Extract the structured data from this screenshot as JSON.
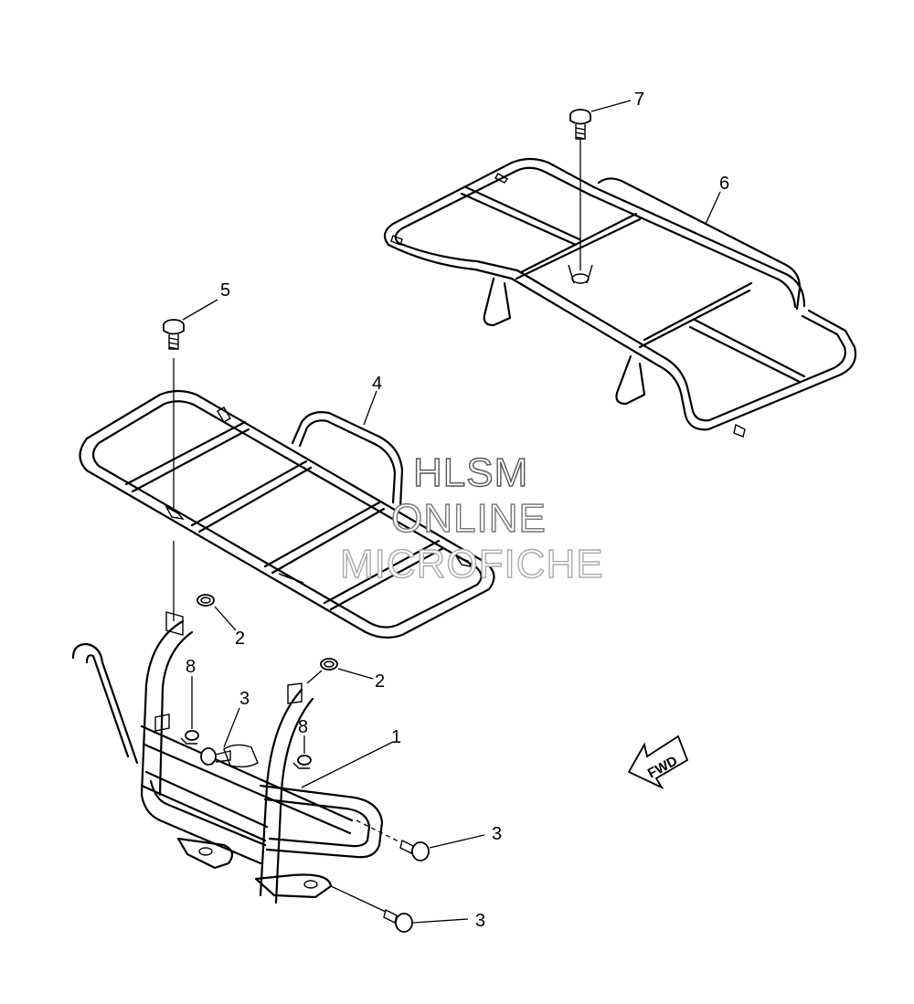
{
  "callouts": {
    "c1": "1",
    "c2a": "2",
    "c2b": "2",
    "c3a": "3",
    "c3b": "3",
    "c3c": "3",
    "c4": "4",
    "c5": "5",
    "c6": "6",
    "c7": "7",
    "c8a": "8",
    "c8b": "8"
  },
  "watermark": {
    "line1": "HLSM",
    "line2": "ONLINE",
    "line3": "MICROFICHE",
    "color1": "#555555",
    "color2": "#777777",
    "color3": "#aaaaaa"
  },
  "fwd_label": "FWD"
}
